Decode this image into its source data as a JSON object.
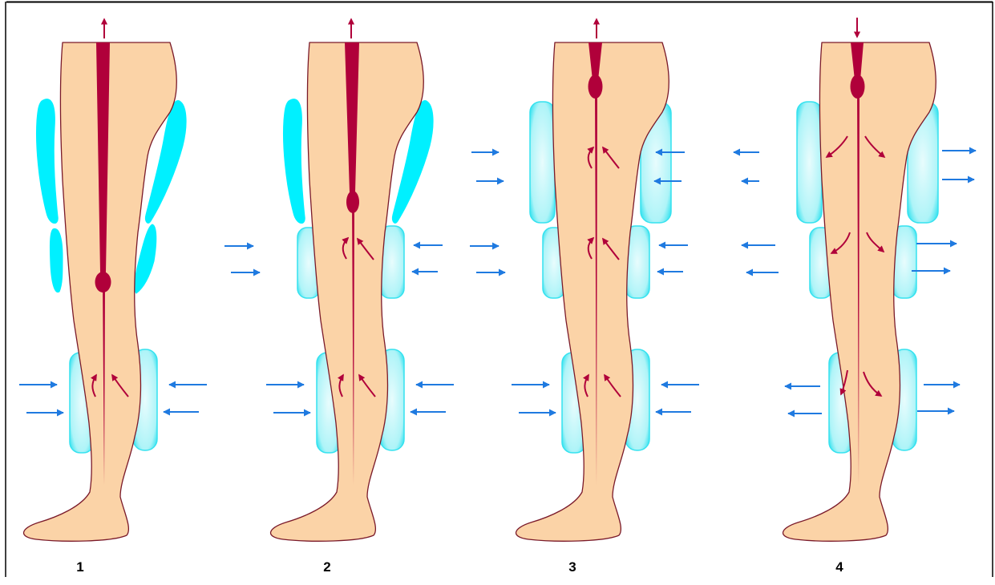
{
  "stages": [
    {
      "label": "1",
      "pulse_direction": "up",
      "inflated_cuffs": [
        "calf"
      ],
      "cuff_states": {
        "thigh": "deflated",
        "knee": "deflated",
        "calf": "inflated"
      }
    },
    {
      "label": "2",
      "pulse_direction": "up",
      "inflated_cuffs": [
        "knee",
        "calf"
      ],
      "cuff_states": {
        "thigh": "deflated",
        "knee": "inflated",
        "calf": "inflated"
      }
    },
    {
      "label": "3",
      "pulse_direction": "up",
      "inflated_cuffs": [
        "thigh",
        "knee",
        "calf"
      ],
      "cuff_states": {
        "thigh": "inflated",
        "knee": "inflated",
        "calf": "inflated"
      }
    },
    {
      "label": "4",
      "pulse_direction": "down",
      "inflated_cuffs": [],
      "cuff_states": {
        "thigh": "releasing",
        "knee": "releasing",
        "calf": "releasing"
      }
    }
  ],
  "colors": {
    "skin": "#fbd3a7",
    "skin_outline": "#7a1a2a",
    "vessel": "#b0003a",
    "cuff": "#00f0ff",
    "cuff_inflated": "#aef4f8",
    "pressure_arrow": "#1f7ae0",
    "border": "#000000"
  },
  "icons": {
    "pressure_arrow": "arrow-icon",
    "flow_arrow": "curved-arrow-icon"
  }
}
